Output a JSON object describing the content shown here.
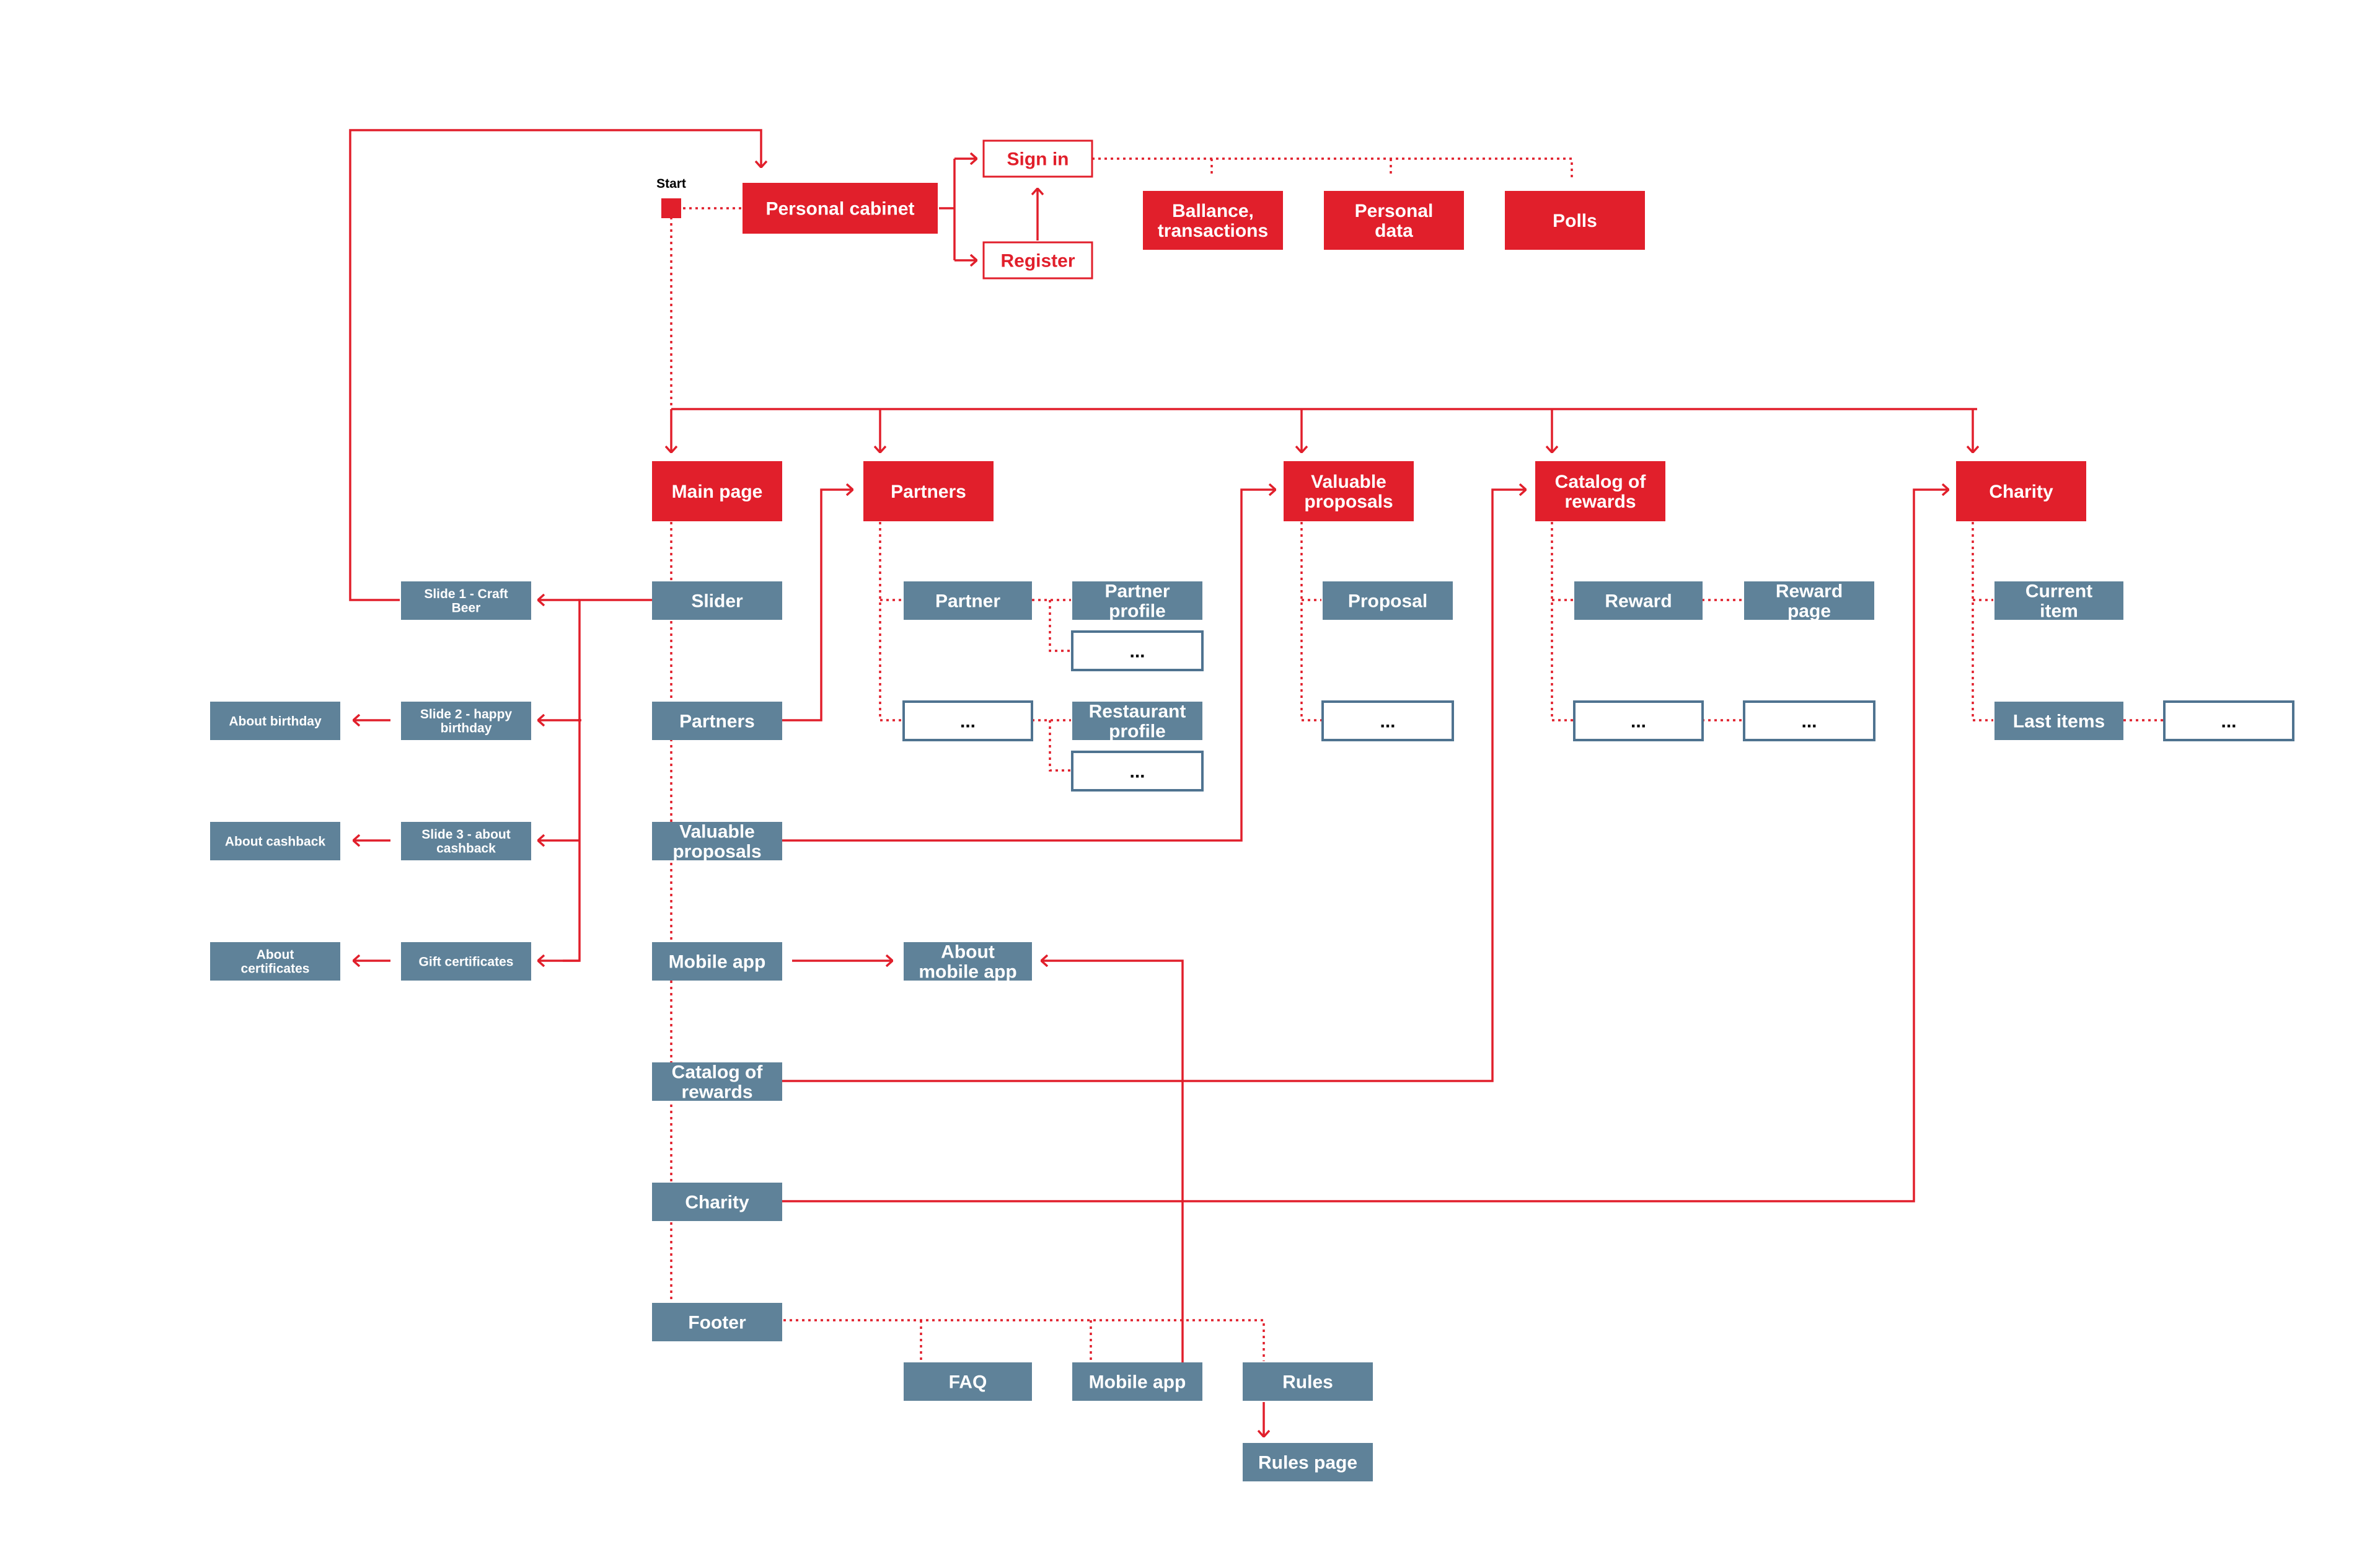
{
  "colors": {
    "red": "#E11F2B",
    "blue": "#5F8299",
    "outline_blue": "#4F7390",
    "white": "#FFFFFF",
    "label": "#000000"
  },
  "start_label": "Start",
  "nodes": {
    "personal-cabinet": {
      "label": "Personal cabinet",
      "style": "red"
    },
    "sign-in": {
      "label": "Sign in",
      "style": "red-outline"
    },
    "register": {
      "label": "Register",
      "style": "red-outline"
    },
    "ballance": {
      "label": "Ballance,\ntransactions",
      "style": "red"
    },
    "personal-data": {
      "label": "Personal\ndata",
      "style": "red"
    },
    "polls": {
      "label": "Polls",
      "style": "red"
    },
    "main-page": {
      "label": "Main page",
      "style": "red"
    },
    "partners-top": {
      "label": "Partners",
      "style": "red"
    },
    "valuable-proposals-top": {
      "label": "Valuable\nproposals",
      "style": "red"
    },
    "catalog-top": {
      "label": "Catalog of\nrewards",
      "style": "red"
    },
    "charity-top": {
      "label": "Charity",
      "style": "red"
    },
    "slider": {
      "label": "Slider",
      "style": "blue"
    },
    "partners": {
      "label": "Partners",
      "style": "blue"
    },
    "valuable-proposals": {
      "label": "Valuable\nproposals",
      "style": "blue"
    },
    "mobile-app": {
      "label": "Mobile app",
      "style": "blue"
    },
    "catalog": {
      "label": "Catalog of\nrewards",
      "style": "blue"
    },
    "charity": {
      "label": "Charity",
      "style": "blue"
    },
    "footer": {
      "label": "Footer",
      "style": "blue"
    },
    "slide-1": {
      "label": "Slide 1 - Craft\nBeer",
      "style": "blue-small"
    },
    "slide-2": {
      "label": "Slide 2 - happy\nbirthday",
      "style": "blue-small"
    },
    "slide-3": {
      "label": "Slide 3 - about\ncashback",
      "style": "blue-small"
    },
    "gift-certificates": {
      "label": "Gift certificates",
      "style": "blue-small"
    },
    "about-birthday": {
      "label": "About birthday",
      "style": "blue-small"
    },
    "about-cashback": {
      "label": "About cashback",
      "style": "blue-small"
    },
    "about-certificates": {
      "label": "About\ncertificates",
      "style": "blue-small"
    },
    "partner": {
      "label": "Partner",
      "style": "blue"
    },
    "partner-ellipsis": {
      "label": "...",
      "style": "outline"
    },
    "partner-profile": {
      "label": "Partner\nprofile",
      "style": "blue"
    },
    "partner-profile-ellipsis": {
      "label": "...",
      "style": "outline"
    },
    "restaurant-profile": {
      "label": "Restaurant\nprofile",
      "style": "blue"
    },
    "restaurant-ellipsis": {
      "label": "...",
      "style": "outline"
    },
    "proposal": {
      "label": "Proposal",
      "style": "blue"
    },
    "proposal-ellipsis": {
      "label": "...",
      "style": "outline"
    },
    "reward": {
      "label": "Reward",
      "style": "blue"
    },
    "reward-page": {
      "label": "Reward\npage",
      "style": "blue"
    },
    "reward-ellipsis": {
      "label": "...",
      "style": "outline"
    },
    "reward-page-ellipsis": {
      "label": "...",
      "style": "outline"
    },
    "current-item": {
      "label": "Current\nitem",
      "style": "blue"
    },
    "last-items": {
      "label": "Last items",
      "style": "blue"
    },
    "last-items-ellipsis": {
      "label": "...",
      "style": "outline"
    },
    "about-mobile-app": {
      "label": "About\nmobile app",
      "style": "blue"
    },
    "faq": {
      "label": "FAQ",
      "style": "blue"
    },
    "footer-mobile-app": {
      "label": "Mobile app",
      "style": "blue"
    },
    "rules": {
      "label": "Rules",
      "style": "blue"
    },
    "rules-page": {
      "label": "Rules page",
      "style": "blue"
    }
  }
}
